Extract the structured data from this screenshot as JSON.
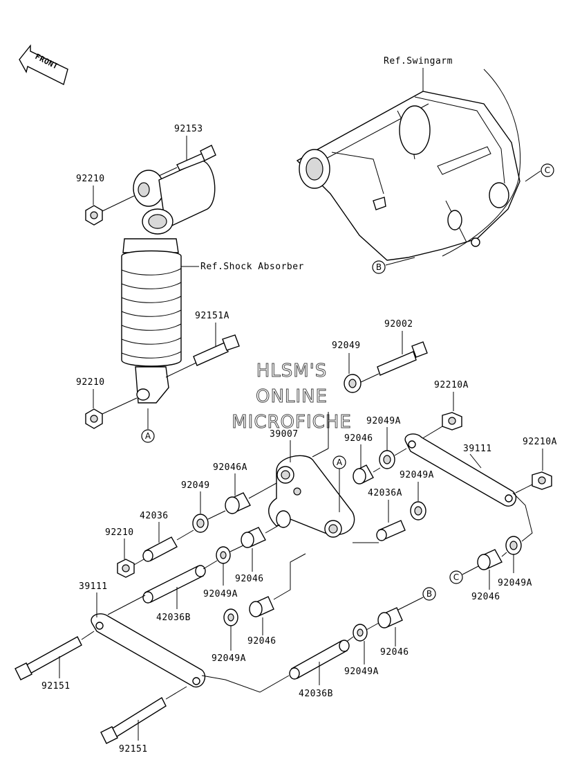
{
  "front_badge": "FRONT",
  "ref_labels": {
    "swingarm": "Ref.Swingarm",
    "shock": "Ref.Shock Absorber"
  },
  "watermark": [
    "HLSM'S",
    "ONLINE",
    "MICROFICHE"
  ],
  "callouts": {
    "a": "A",
    "b": "B",
    "c": "C"
  },
  "parts": {
    "p92153": "92153",
    "p92210_top": "92210",
    "p92151A": "92151A",
    "p92210_mid": "92210",
    "p92002": "92002",
    "p92049_top": "92049",
    "p92210A_top": "92210A",
    "p92049A_top": "92049A",
    "p39007": "39007",
    "p92046_top": "92046",
    "p39111_right": "39111",
    "p92210A_right": "92210A",
    "p92046A": "92046A",
    "p92049A_mid": "92049A",
    "p92049_left": "92049",
    "p42036A": "42036A",
    "p42036": "42036",
    "p92210_low": "92210",
    "p92046_mid": "92046",
    "p92049A_left": "92049A",
    "p92049A_right": "92049A",
    "p92046_right": "92046",
    "p39111_left": "39111",
    "p42036B_mid": "42036B",
    "p92046_low": "92046",
    "p92049A_low": "92049A",
    "p92046_bot": "92046",
    "p92049A_bot": "92049A",
    "p92151_left": "92151",
    "p42036B_bot": "42036B",
    "p92151_bot": "92151"
  }
}
